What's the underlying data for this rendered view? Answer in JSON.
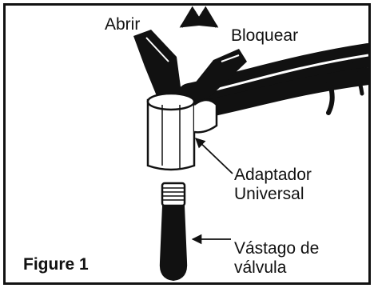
{
  "figure_label": "Figure 1",
  "labels": {
    "open": "Abrir",
    "lock": "Bloquear",
    "adapter_line1": "Adaptador",
    "adapter_line2": "Universal",
    "valve_line1": "Vástago de",
    "valve_line2": "válvula"
  },
  "colors": {
    "ink": "#111111",
    "paper": "#ffffff",
    "border": "#111111"
  }
}
